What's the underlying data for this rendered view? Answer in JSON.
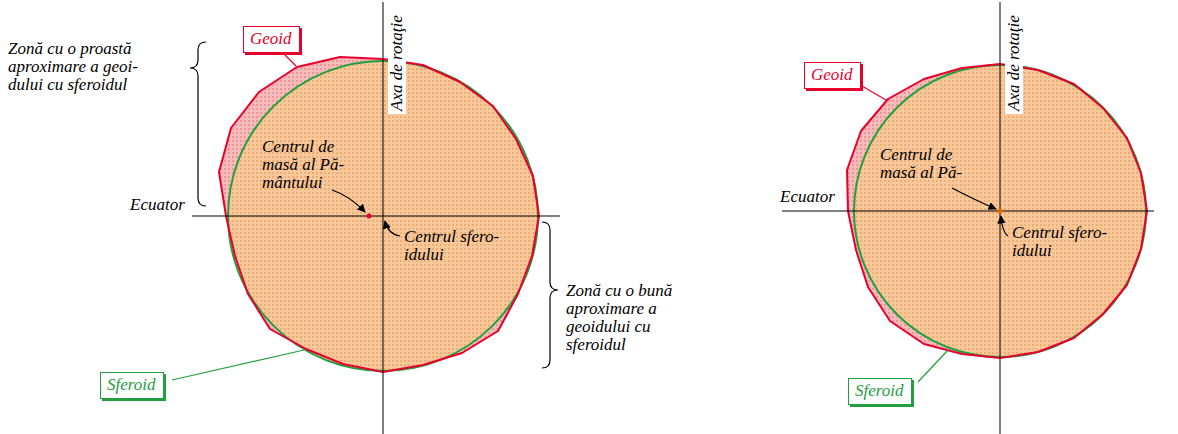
{
  "diagram": {
    "nodes": [
      {
        "text": [
          "Geoid"
        ]
      },
      {
        "text": [
          "Sferoid"
        ]
      },
      {
        "text": [
          "Geoid"
        ]
      },
      {
        "text": [
          "Sferoid"
        ]
      }
    ],
    "labels": [
      "Axa de rotaţie",
      "Zonă cu o proastă aproximare a geoi- dului cu sferoidul",
      "Centrul de masă al Pă- mântului",
      "Ecuator",
      "Centrul sfero- idului",
      "Zonă cu o bună aproximare a geoidului cu sferoidul",
      "Axa de rotaţie",
      "Centrul de masă al Pă-",
      "Ecuator",
      "Centrul sfero- idului"
    ]
  }
}
